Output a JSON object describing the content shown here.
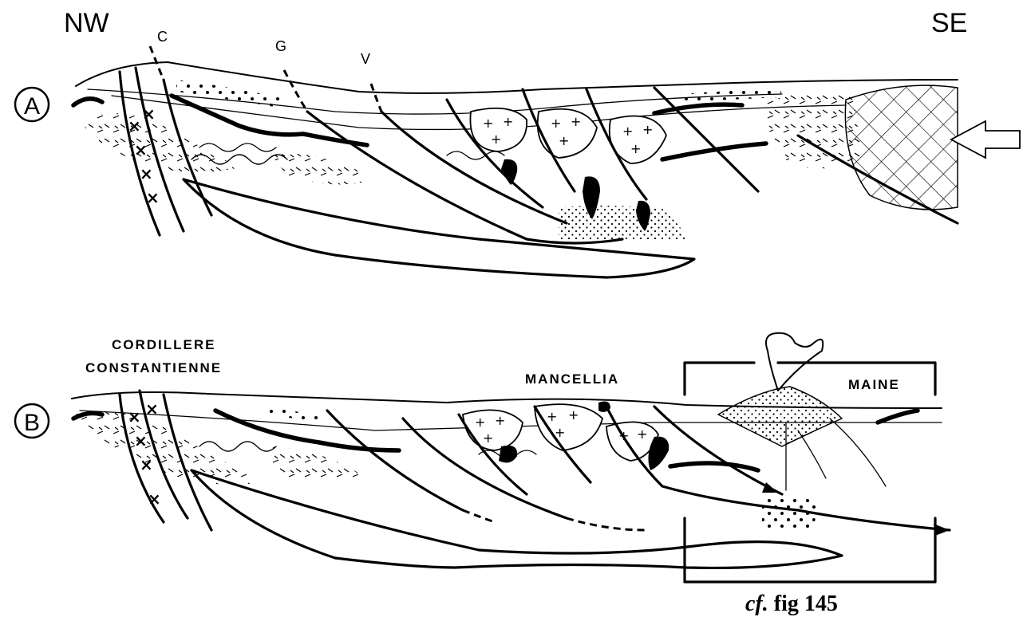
{
  "orientation": {
    "left": "NW",
    "right": "SE"
  },
  "panel_a": {
    "label": "A",
    "faults": [
      "C",
      "G",
      "V"
    ]
  },
  "panel_b": {
    "label": "B",
    "region_left_line1": "CORDILLERE",
    "region_left_line2": "CONSTANTIENNE",
    "region_center": "MANCELLIA",
    "region_right": "MAINE"
  },
  "caption": {
    "italic": "cf.",
    "rest": " fig 145"
  }
}
